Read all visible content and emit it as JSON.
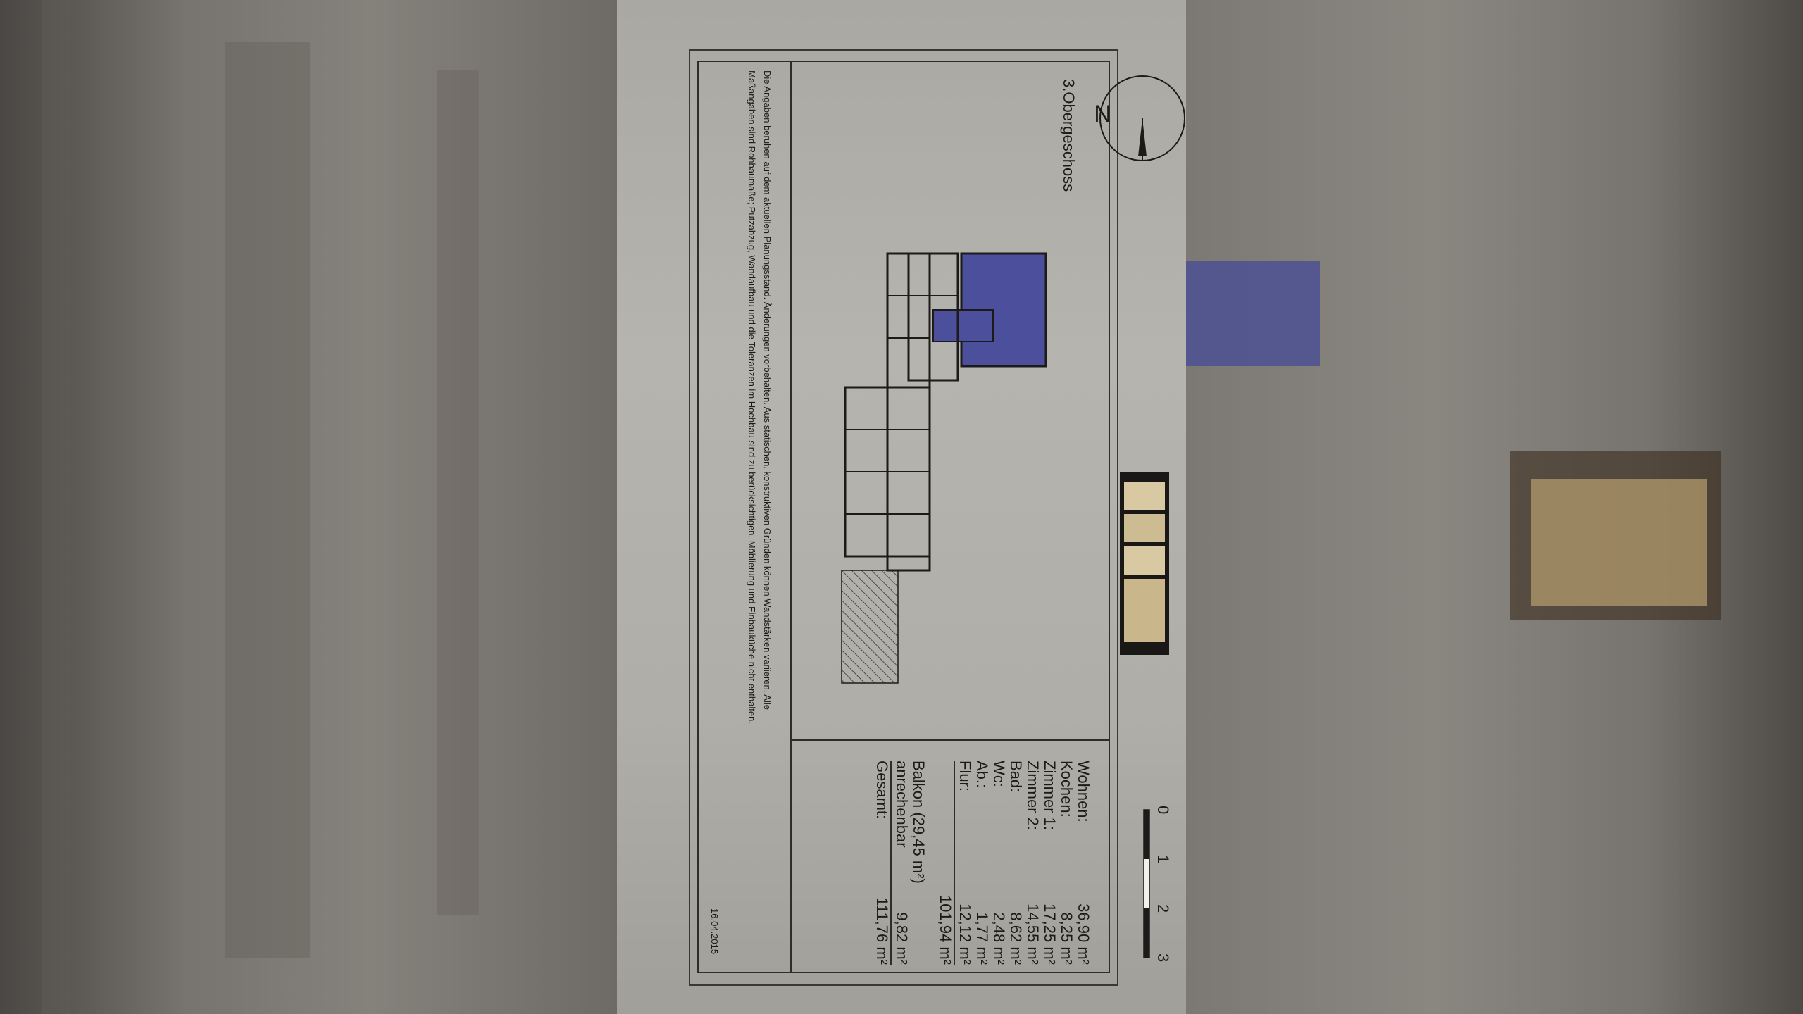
{
  "plan": {
    "floor_title": "3.Obergeschoss",
    "north_label": "N",
    "scale_labels": [
      "0",
      "1",
      "2",
      "3"
    ],
    "highlight_color": "#4b4f9c",
    "legend": {
      "rows": [
        {
          "label": "Wohnen:",
          "value": "36,90 m²"
        },
        {
          "label": "Kochen:",
          "value": "8,25 m²"
        },
        {
          "label": "Zimmer 1:",
          "value": "17,25 m²"
        },
        {
          "label": "Zimmer 2:",
          "value": "14,55 m²"
        },
        {
          "label": "Bad:",
          "value": "8,62 m²"
        },
        {
          "label": "Wc:",
          "value": "2,48 m²"
        },
        {
          "label": "Ab.:",
          "value": "1,77 m²"
        },
        {
          "label": "Flur:",
          "value": "12,12 m²"
        }
      ],
      "subtotal": "101,94 m²",
      "balcony_label": "Balkon (29,45 m²)",
      "balcony_sub_label": "anrechenbar",
      "balcony_value": "9,82 m²",
      "total_label": "Gesamt:",
      "total_value": "111,76 m²"
    },
    "note": "Die Angaben beruhen auf dem aktuellen Planungsstand. Änderungen vorbehalten. Aus statischen, konstruktiven Gründen können Wandstärken variieren. Alle Maßangaben sind Rohbaumaße; Putzabzug, Wandaufbau und die Toleranzen im Hochbau sind zu berücksichtigen. Möblierung und Einbauküche nicht enthalten.",
    "date": "16.04.2015"
  }
}
